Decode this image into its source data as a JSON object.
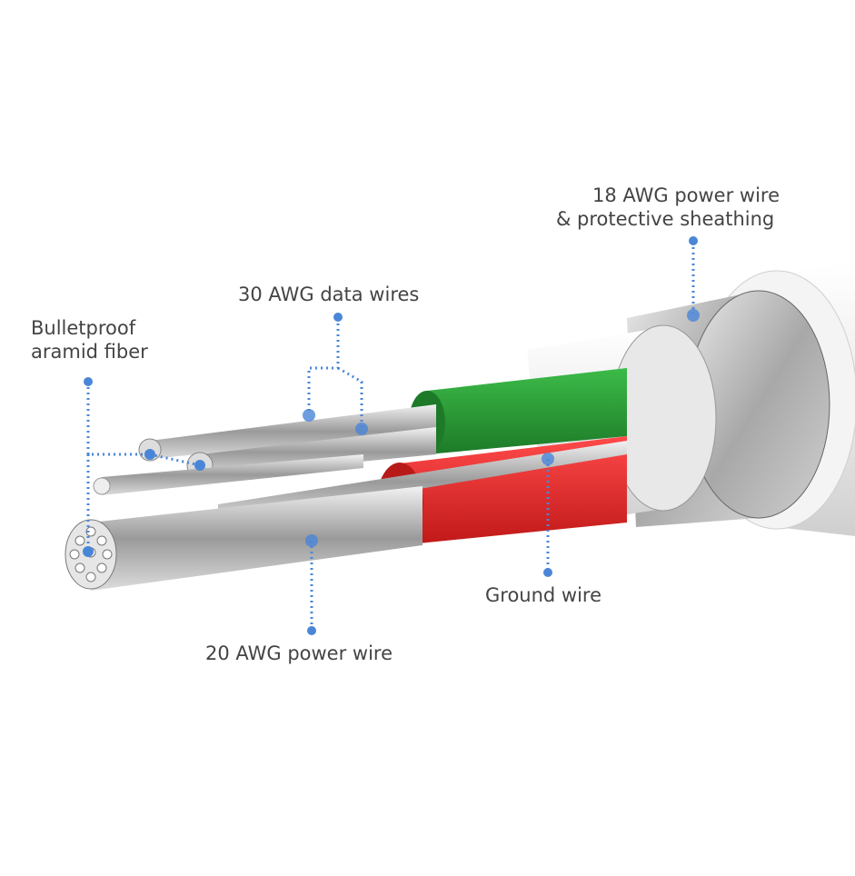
{
  "labels": {
    "power18_line1": "18 AWG power wire",
    "power18_line2": "& protective sheathing",
    "data30": "30 AWG data wires",
    "aramid_line1": "Bulletproof",
    "aramid_line2": "aramid fiber",
    "ground": "Ground wire",
    "power20": "20 AWG power wire"
  },
  "colors": {
    "accent": "#4a86d8",
    "green_insulation": "#2e9a3a",
    "red_insulation": "#e02a2a",
    "text": "#444444"
  }
}
